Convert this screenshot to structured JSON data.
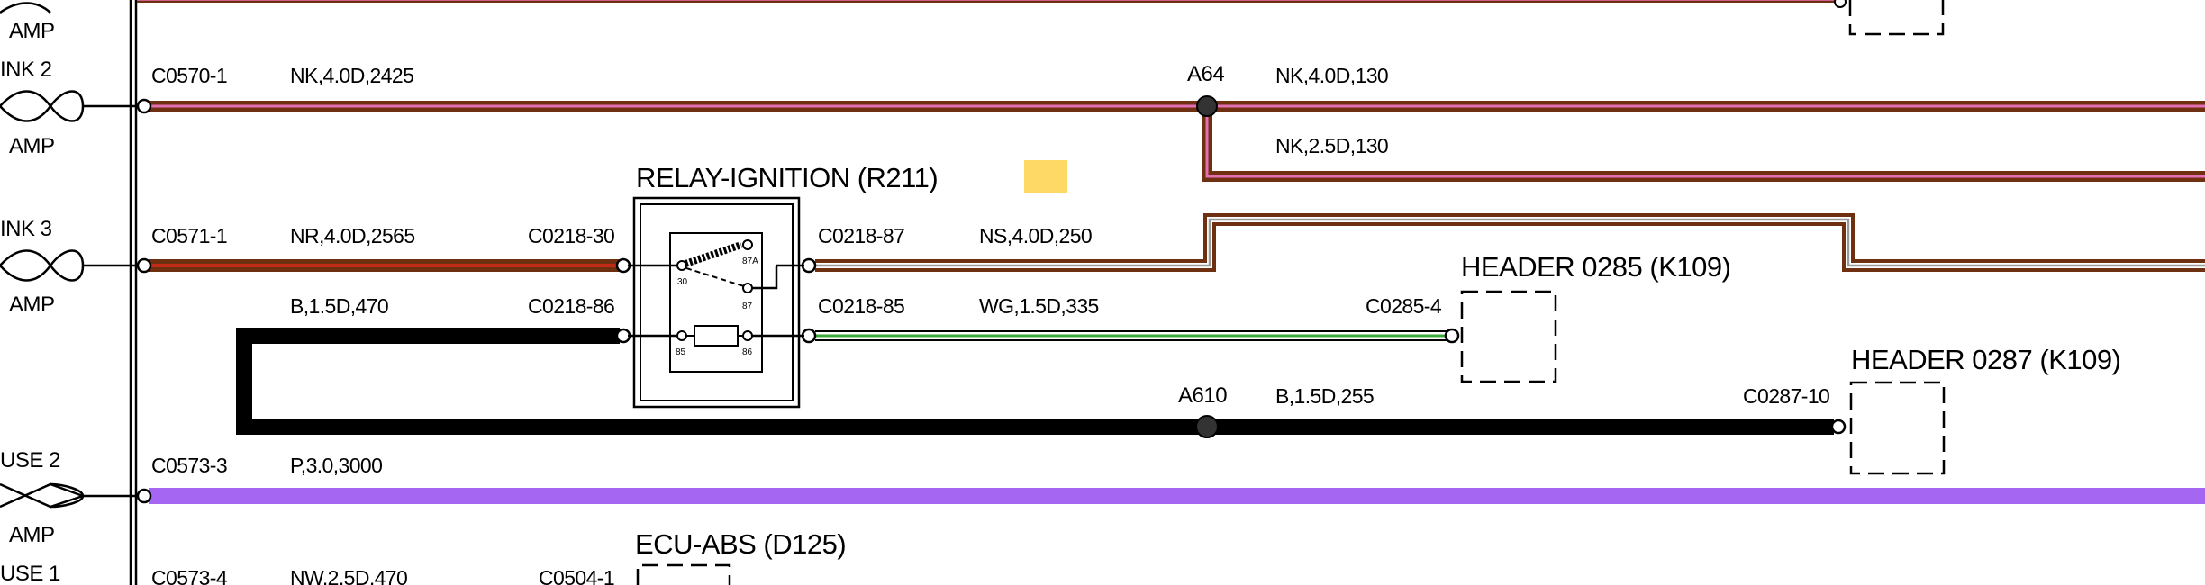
{
  "left_panel": {
    "amp_labels": [
      "AMP",
      "AMP",
      "AMP",
      "AMP"
    ],
    "source_labels": [
      "INK 2",
      "INK 3",
      "USE 2",
      "USE 1"
    ]
  },
  "wires": {
    "c0570_1": {
      "connector": "C0570-1",
      "spec": "NK,4.0D,2425"
    },
    "a64": {
      "splice": "A64",
      "spec_main": "NK,4.0D,130",
      "spec_branch": "NK,2.5D,130"
    },
    "c0571_1": {
      "connector": "C0571-1",
      "spec": "NR,4.0D,2565"
    },
    "c0218_30": {
      "connector": "C0218-30"
    },
    "c0218_87": {
      "connector": "C0218-87",
      "spec": "NS,4.0D,250"
    },
    "b_470": {
      "spec": "B,1.5D,470"
    },
    "c0218_86": {
      "connector": "C0218-86"
    },
    "c0218_85": {
      "connector": "C0218-85",
      "spec": "WG,1.5D,335"
    },
    "c0285_4": {
      "connector": "C0285-4"
    },
    "a610": {
      "splice": "A610",
      "spec": "B,1.5D,255"
    },
    "c0287_10": {
      "connector": "C0287-10"
    },
    "c0573_3": {
      "connector": "C0573-3",
      "spec": "P,3.0,3000"
    },
    "c0573_4": {
      "connector": "C0573-4",
      "spec": "NW,2.5D,470"
    },
    "c0504_1": {
      "connector": "C0504-1"
    }
  },
  "relay": {
    "title_prefix": "RELAY-IGNITION (",
    "ref": "R211",
    "title_suffix": ")",
    "pins": {
      "p30": "30",
      "p87": "87",
      "p87a": "87A",
      "p85": "85",
      "p86": "86"
    }
  },
  "headers": {
    "h0285": "HEADER 0285 (K109)",
    "h0287": "HEADER 0287 (K109)",
    "ecu_abs": "ECU-ABS (D125)"
  },
  "colors": {
    "brown": "#6e3011",
    "pink": "#e46fb4",
    "red": "#c22a18",
    "grey_stripe": "#9a9a9a",
    "green": "#3aa83a",
    "purple": "#a566f2",
    "highlight": "#ffd966"
  }
}
